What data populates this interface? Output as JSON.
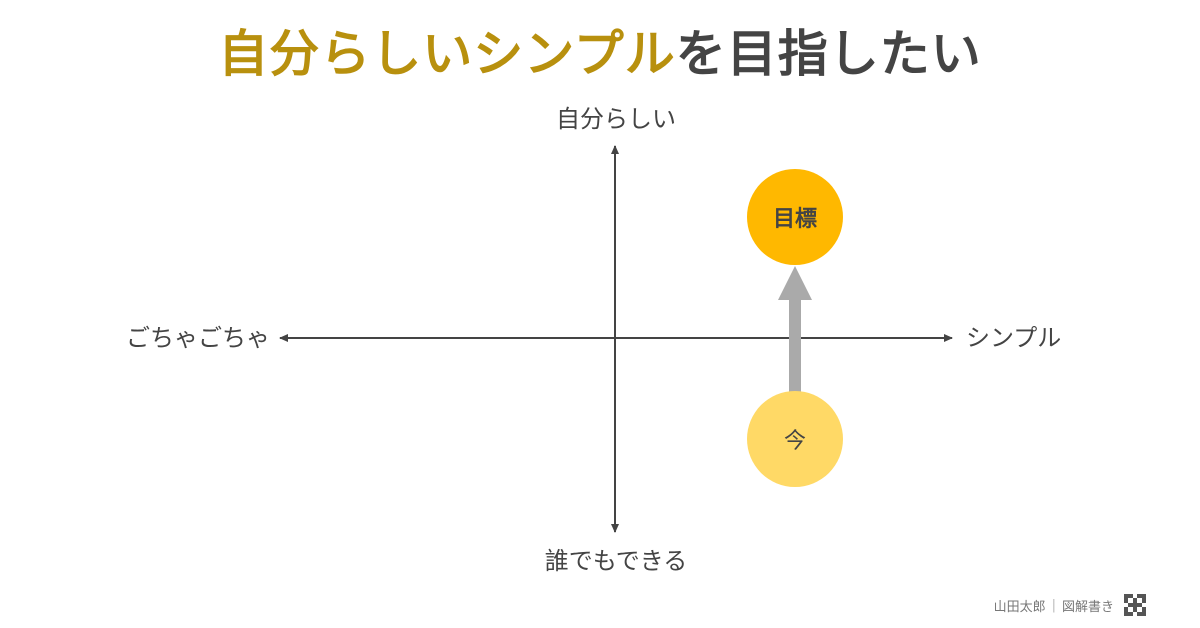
{
  "title": {
    "accent_text": "自分らしいシンプル",
    "rest_text": "を目指したい",
    "accent_color": "#b8900e",
    "rest_color": "#444444"
  },
  "axes": {
    "top_label": "自分らしい",
    "bottom_label": "誰でもできる",
    "left_label": "ごちゃごちゃ",
    "right_label": "シンプル",
    "axis_color": "#444444"
  },
  "nodes": {
    "goal": {
      "label": "目標",
      "color": "#ffb800"
    },
    "now": {
      "label": "今",
      "color": "#ffd966"
    }
  },
  "arrow": {
    "color": "#aaaaaa",
    "from": "now",
    "to": "goal"
  },
  "footer": {
    "author": "山田太郎",
    "separator": "|",
    "brand": "図解書き"
  }
}
